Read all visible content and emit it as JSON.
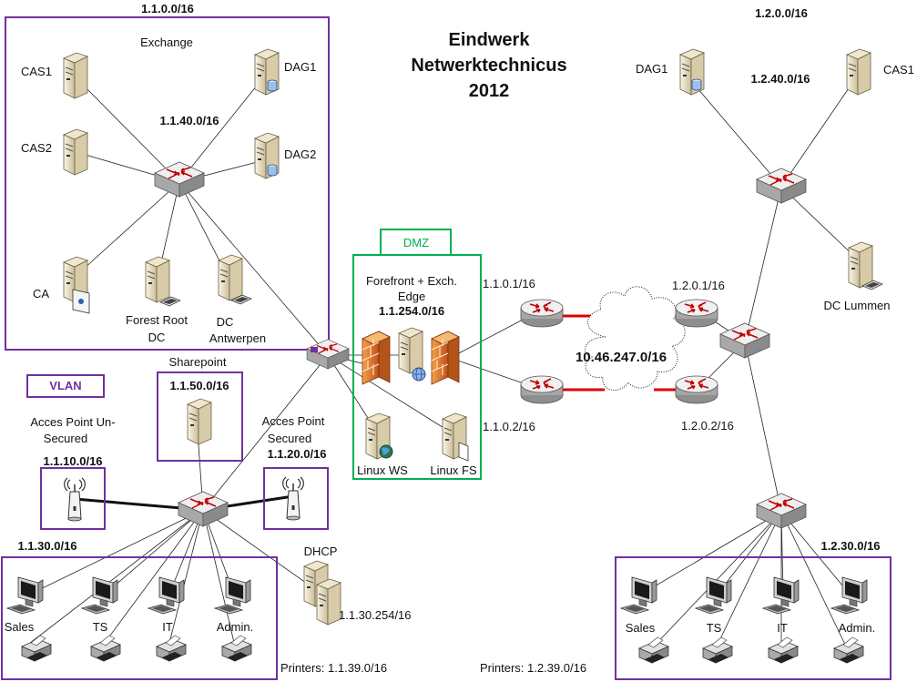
{
  "title": {
    "line1": "Eindwerk",
    "line2": "Netwerktechnicus",
    "line3": "2012"
  },
  "site1": {
    "network": "1.1.0.0/16",
    "exchange": {
      "label": "Exchange",
      "subnet": "1.1.40.0/16",
      "servers": {
        "cas1": "CAS1",
        "cas2": "CAS2",
        "dag1": "DAG1",
        "dag2": "DAG2",
        "ca": "CA",
        "forest_root_1": "Forest Root",
        "forest_root_2": "DC",
        "dc_antwerpen_1": "DC",
        "dc_antwerpen_2": "Antwerpen"
      }
    },
    "sharepoint": {
      "label": "Sharepoint",
      "subnet": "1.1.50.0/16"
    },
    "vlan": "VLAN",
    "ap_unsecured": {
      "label1": "Acces Point Un-",
      "label2": "Secured",
      "subnet": "1.1.10.0/16"
    },
    "ap_secured": {
      "label1": "Acces Point",
      "label2": "Secured",
      "subnet": "1.1.20.0/16"
    },
    "clients": {
      "subnet": "1.1.30.0/16",
      "sales": "Sales",
      "ts": "TS",
      "it": "IT",
      "admin": "Admin."
    },
    "dhcp": {
      "label": "DHCP",
      "address": "1.1.30.254/16"
    },
    "printers": "Printers: 1.1.39.0/16"
  },
  "dmz": {
    "label": "DMZ",
    "forefront_1": "Forefront + Exch.",
    "forefront_2": "Edge",
    "subnet": "1.1.254.0/16",
    "linux_ws": "Linux WS",
    "linux_fs": "Linux FS"
  },
  "wan": {
    "cloud": "10.46.247.0/16",
    "r1": "1.1.0.1/16",
    "r2": "1.1.0.2/16",
    "r3": "1.2.0.1/16",
    "r4": "1.2.0.2/16"
  },
  "site2": {
    "network": "1.2.0.0/16",
    "subnet": "1.2.40.0/16",
    "dag1": "DAG1",
    "cas1": "CAS1",
    "dc_lummen": "DC Lummen",
    "clients": {
      "subnet": "1.2.30.0/16",
      "sales": "Sales",
      "ts": "TS",
      "it": "IT",
      "admin": "Admin."
    },
    "printers": "Printers: 1.2.39.0/16"
  },
  "colors": {
    "group_border": "#7030a0",
    "dmz_border": "#00b050",
    "dmz_text": "#00b050",
    "wan_link": "#e00000",
    "switch": "#b8b8b8",
    "router": "#c8c8c8",
    "server": "#e8dcc0"
  }
}
